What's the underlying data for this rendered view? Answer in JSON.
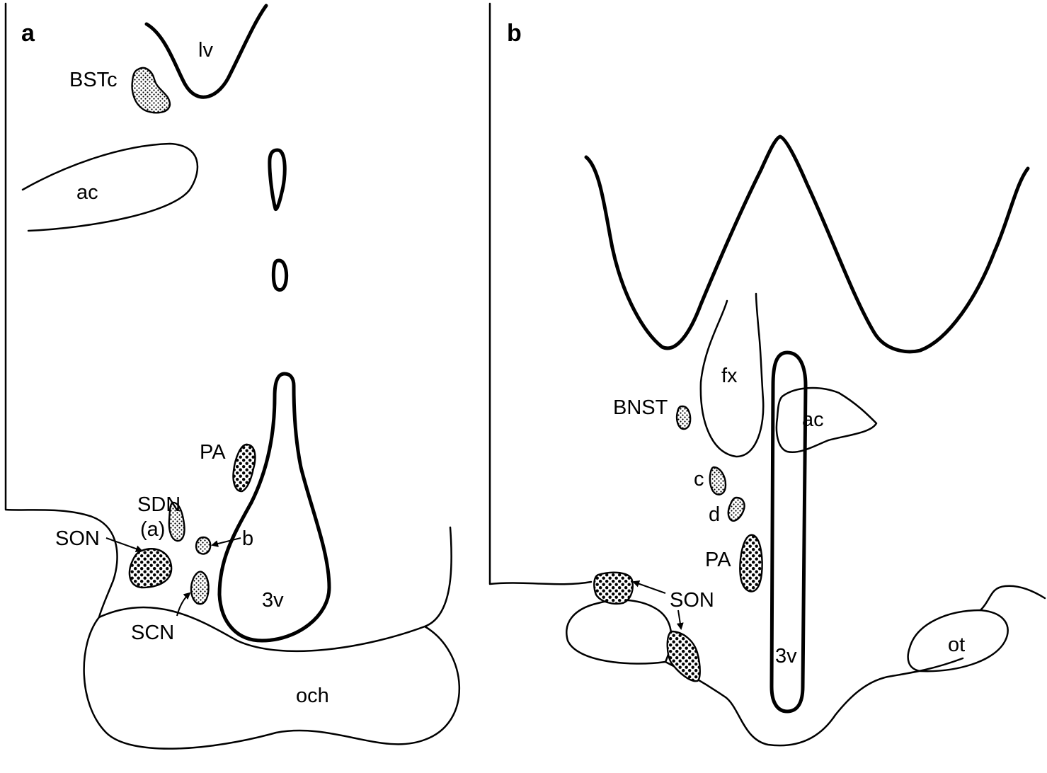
{
  "panels": {
    "a": {
      "letter": "a",
      "labels": {
        "lv": "lv",
        "BSTc": "BSTc",
        "ac": "ac",
        "PA": "PA",
        "SDN": "SDN",
        "SDN_a": "(a)",
        "SON": "SON",
        "b": "b",
        "v3": "3v",
        "SCN": "SCN",
        "och": "och"
      }
    },
    "b": {
      "letter": "b",
      "labels": {
        "fx": "fx",
        "BNST": "BNST",
        "ac": "ac",
        "c": "c",
        "d": "d",
        "PA": "PA",
        "SON": "SON",
        "v3": "3v",
        "ot": "ot"
      }
    }
  },
  "colors": {
    "ink": "#000000",
    "background": "#ffffff"
  }
}
